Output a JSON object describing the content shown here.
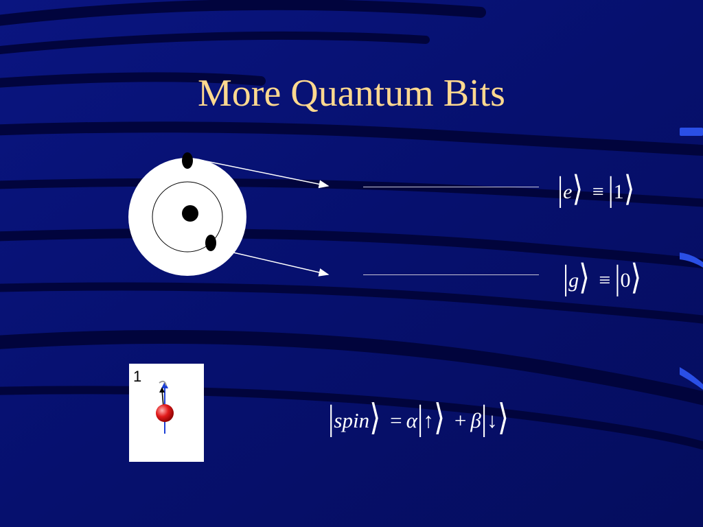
{
  "slide": {
    "title": "More Quantum Bits",
    "equations": {
      "excited": {
        "state": "e",
        "equiv": "≡",
        "value": "1"
      },
      "ground": {
        "state": "g",
        "equiv": "≡",
        "value": "0"
      },
      "spin": {
        "state": "spin",
        "equals": "=",
        "alpha": "α",
        "up": "↑",
        "plus": "+",
        "beta": "β",
        "down": "↓"
      }
    },
    "spin_figure": {
      "frame_number": "1"
    },
    "colors": {
      "background": "#06106e",
      "title": "#ffd98f",
      "text": "#ffffff",
      "spin_ball": "#e21b1b",
      "spin_axis": "#1b3fd6"
    }
  }
}
